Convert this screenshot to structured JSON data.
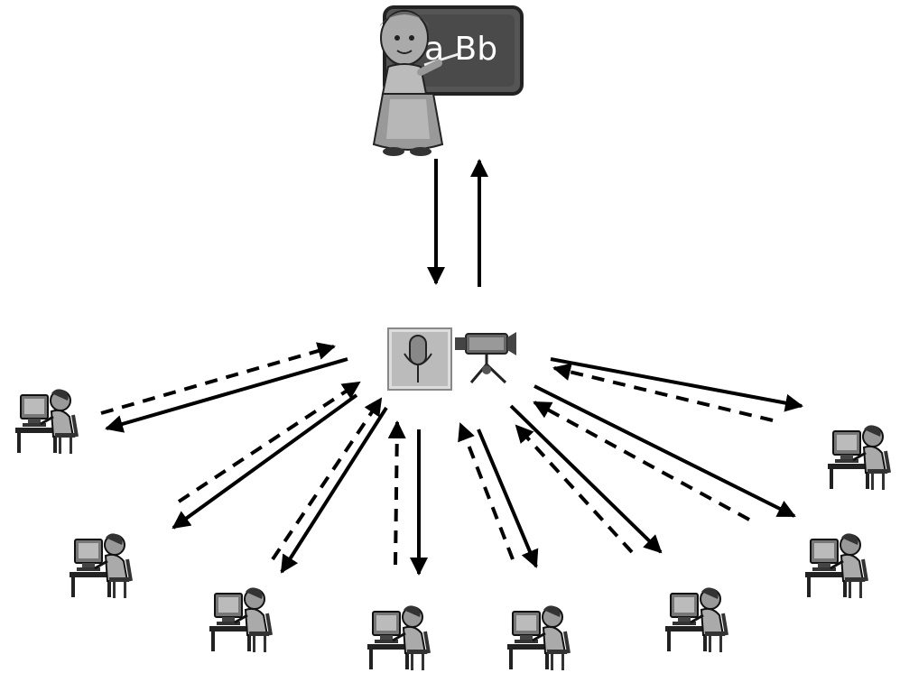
{
  "teacher": {
    "board_text": "a Bb",
    "icon": "teacher-at-chalkboard"
  },
  "hub": {
    "microphone_icon": "microphone",
    "camera_icon": "video-camera"
  },
  "students": [
    {
      "icon": "student-at-computer"
    },
    {
      "icon": "student-at-computer"
    },
    {
      "icon": "student-at-computer"
    },
    {
      "icon": "student-at-computer"
    },
    {
      "icon": "student-at-computer"
    },
    {
      "icon": "student-at-computer"
    },
    {
      "icon": "student-at-computer"
    },
    {
      "icon": "student-at-computer"
    }
  ],
  "colors": {
    "board": "#4a4a4a",
    "line": "#000000"
  }
}
